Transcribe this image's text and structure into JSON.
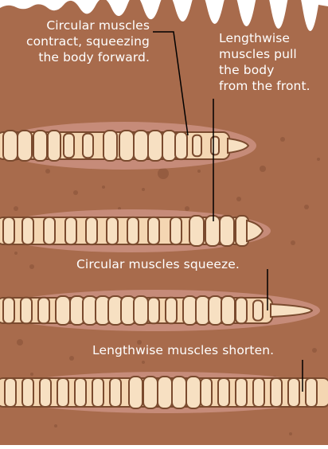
{
  "colors": {
    "soil": "#a86b4c",
    "soil_dark": "#8f573c",
    "burrow": "#c98f7e",
    "worm_fill": "#f4d6b2",
    "worm_segment": "#f7e0c2",
    "worm_outline": "#7a4a2e",
    "pointer_line": "#000000",
    "label_text": "#ffffff"
  },
  "labels": {
    "circular_contract": {
      "line1": "Circular muscles",
      "line2": "contract, squeezing",
      "line3": "the body forward."
    },
    "lengthwise_pull": {
      "line1": "Lengthwise",
      "line2": "muscles pull",
      "line3": "the body",
      "line4": "from the front."
    },
    "circular_squeeze": "Circular muscles squeeze.",
    "lengthwise_shorten": "Lengthwise muscles shorten."
  }
}
